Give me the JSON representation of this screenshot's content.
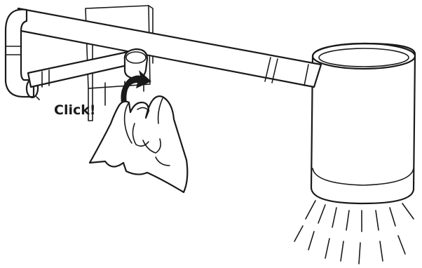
{
  "illustration": {
    "callout_text": "Click!",
    "line_color": "#1a1a1a",
    "background_color": "#ffffff",
    "rotation_direction": "clockwise",
    "light_rays": 15
  }
}
